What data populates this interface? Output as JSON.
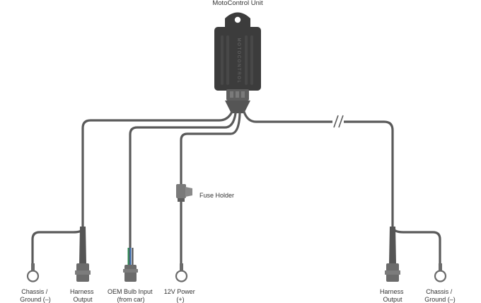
{
  "title": "MotoControl Unit",
  "unit_text": "MOTOCONTROL",
  "colors": {
    "wire": "#5a5a5a",
    "body": "#3c3c3c",
    "connector": "#6b6b6b",
    "label": "#333333",
    "wire_green": "#2e8b57",
    "wire_blue": "#3b6fb6"
  },
  "labels": {
    "chassis_left": [
      "Chassis /",
      "Ground (–)"
    ],
    "harness_left": [
      "Harness",
      "Output"
    ],
    "oem_input": [
      "OEM Bulb Input",
      "(from car)"
    ],
    "power": [
      "12V Power",
      "(+)"
    ],
    "fuse": "Fuse Holder",
    "harness_right": [
      "Harness",
      "Output"
    ],
    "chassis_right": [
      "Chassis /",
      "Ground (–)"
    ]
  }
}
